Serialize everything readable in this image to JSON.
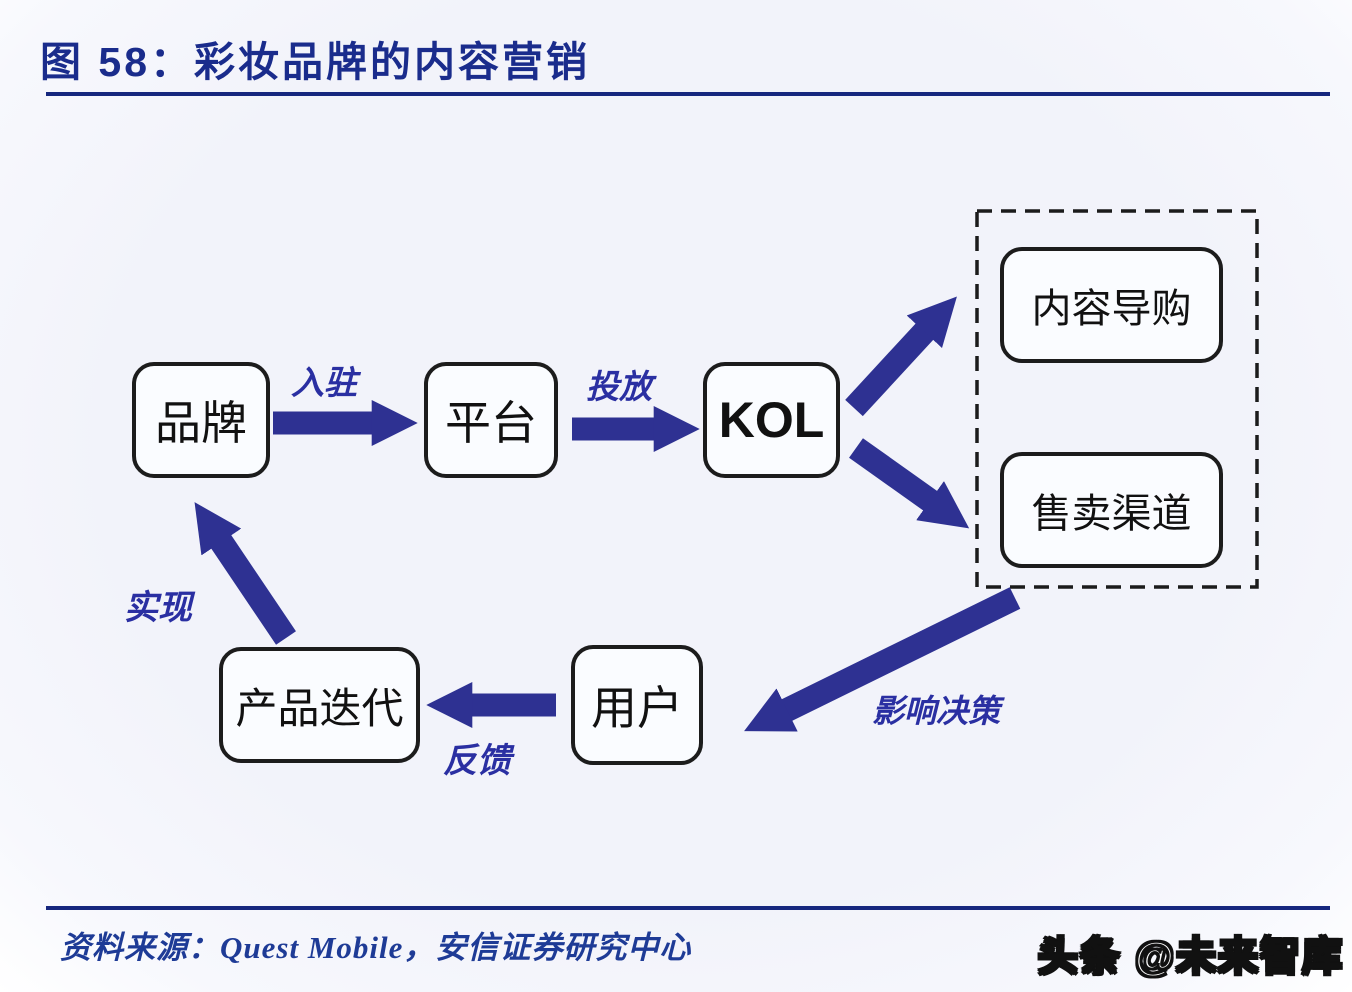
{
  "title": "图 58：彩妆品牌的内容营销",
  "colors": {
    "accent_arrow": "#2E3192",
    "title_navy": "#1A2C8C",
    "edge_label_blue": "#2A2FA2",
    "box_border": "#1C1C1C",
    "background": "#F2F3FA"
  },
  "nodes": {
    "brand": "品牌",
    "platform": "平台",
    "kol": "KOL",
    "content_guide": "内容导购",
    "sales_channel": "售卖渠道",
    "user": "用户",
    "product_iteration": "产品迭代"
  },
  "edge_labels": {
    "enter": "入驻",
    "launch": "投放",
    "influence": "影响决策",
    "feedback": "反馈",
    "realize": "实现"
  },
  "footer": {
    "source": "资料来源：Quest Mobile，安信证券研究中心",
    "watermark": "头条 @未来智库"
  }
}
